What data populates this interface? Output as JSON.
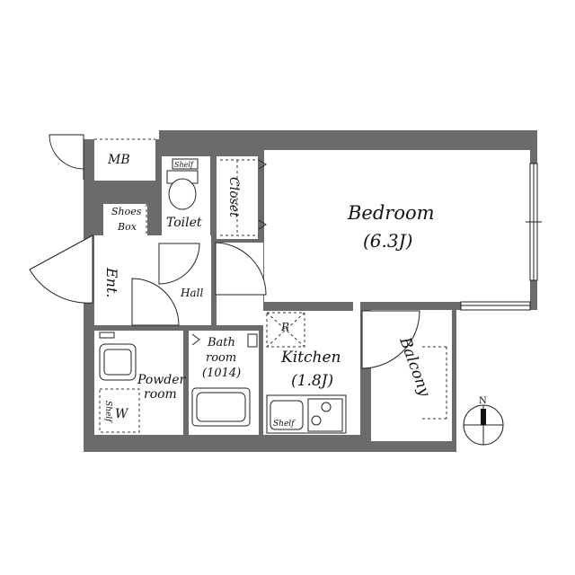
{
  "labels": {
    "mb": "MB",
    "shelf_toilet": "Shelf",
    "toilet": "Toilet",
    "closet": "Closet",
    "bedroom": "Bedroom",
    "bedroom_size": "(6.3J)",
    "shoes": "Shoes",
    "box": "Box",
    "ent": "Ent.",
    "hall": "Hall",
    "r": "R",
    "bath": "Bath",
    "bath_room": "room",
    "bath_size": "(1014)",
    "kitchen": "Kitchen",
    "kitchen_size": "(1.8J)",
    "balcony": "Balcony",
    "powder": "Powder",
    "powder_room": "room",
    "shelf_powder": "Shelf",
    "w": "W",
    "shelf_kitchen": "Shelf",
    "wash": "W",
    "compass_n": "N"
  },
  "colors": {
    "wall": "#6b6b6b",
    "line": "#222222"
  }
}
